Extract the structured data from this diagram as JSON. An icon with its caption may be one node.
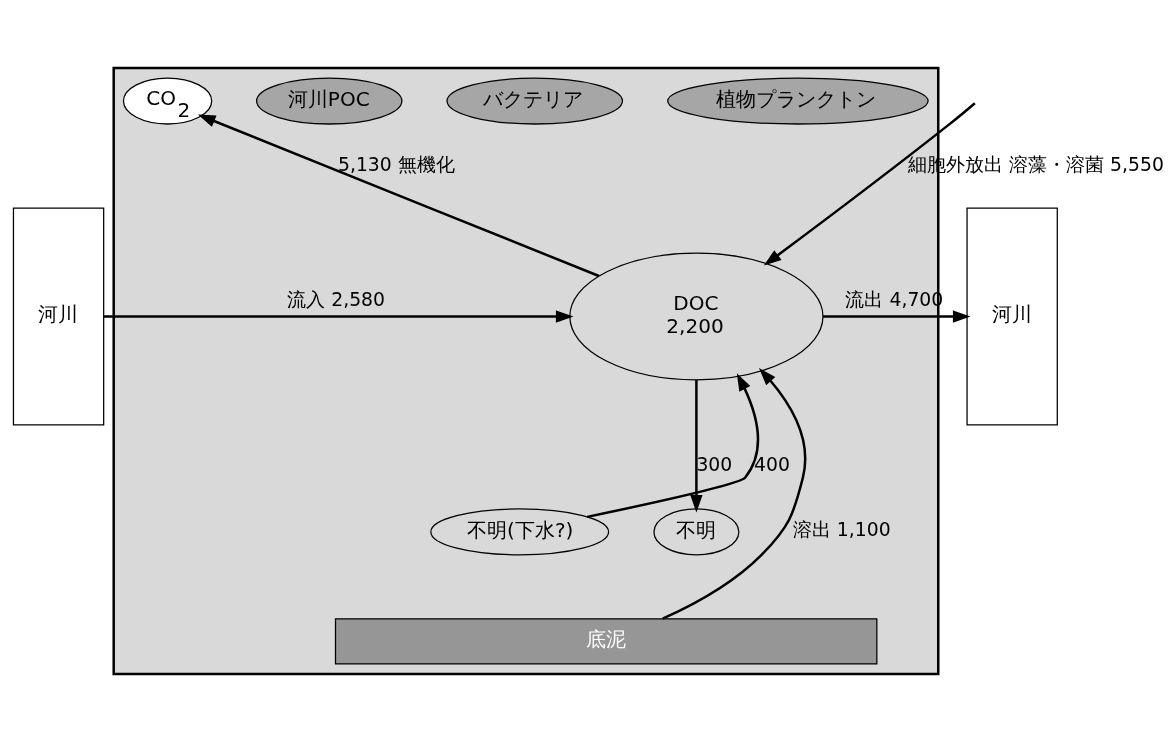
{
  "diagram": {
    "nodes": [
      {
        "text": [],
        "shape": "box"
      },
      {
        "text": [
          "植物プランクトン"
        ],
        "in": 0
      },
      {
        "text": [
          "バクテリア"
        ],
        "in": 0
      },
      {
        "text": [
          "河川POC"
        ],
        "in": 0
      },
      {
        "text": [
          "CO$_{2}$"
        ],
        "in": 0
      },
      {
        "text": [
          "DOC",
          "2,200"
        ],
        "in": 0
      },
      {
        "text": [
          "不明(下水?)"
        ],
        "in": 0
      },
      {
        "text": [
          "不明"
        ],
        "in": 0
      },
      {
        "text": [
          "底泥"
        ],
        "in": 0
      },
      {
        "text": [
          "河川"
        ]
      },
      {
        "text": [
          "河川"
        ]
      }
    ],
    "edges": [
      {
        "from": null,
        "to": 5,
        "arrow": "to",
        "label": "細胞外放出 溶藻・溶菌 5,550"
      },
      {
        "from": 5,
        "to": 4,
        "arrow": "to",
        "label": "5,130 無機化"
      },
      {
        "from": 9,
        "to": 5,
        "arrow": "to",
        "label": "流入 2,580"
      },
      {
        "from": 5,
        "to": 10,
        "arrow": "to",
        "label": "流出 4,700"
      },
      {
        "from": 6,
        "to": 5,
        "arrow": "to",
        "label": "400"
      },
      {
        "from": 5,
        "to": 7,
        "arrow": "to",
        "label": "300"
      },
      {
        "from": 8,
        "to": 5,
        "arrow": "to",
        "label": "溶出 1,100"
      }
    ]
  }
}
